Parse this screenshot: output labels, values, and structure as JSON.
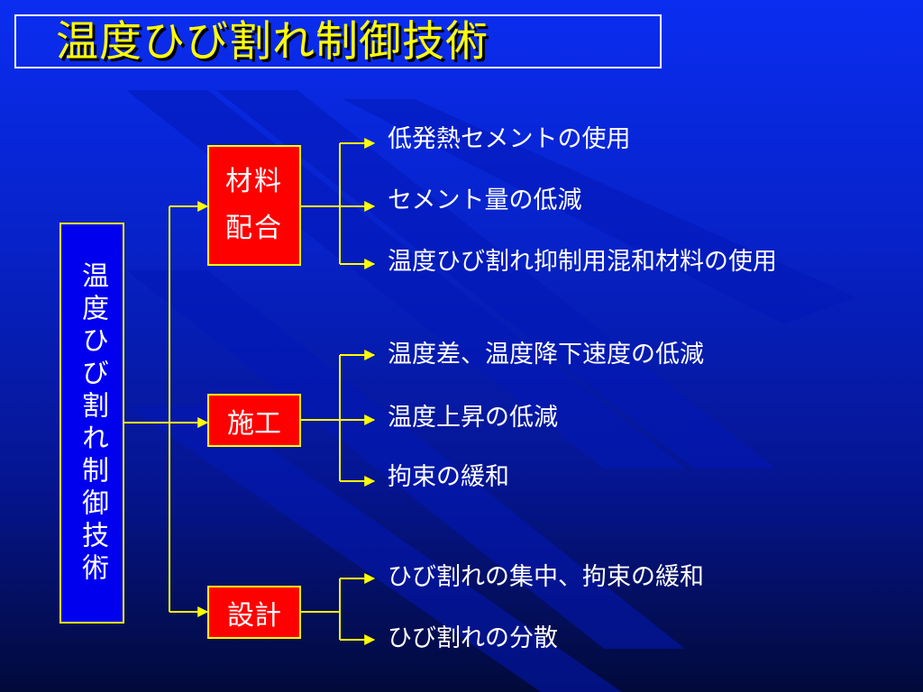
{
  "title": "温度ひび割れ制御技術",
  "root": {
    "label": "温度ひび割れ制御技術"
  },
  "categories": [
    {
      "label": "材料配合",
      "items": [
        "低発熱セメントの使用",
        "セメント量の低減",
        "温度ひび割れ抑制用混和材料の使用"
      ]
    },
    {
      "label": "施工",
      "items": [
        "温度差、温度降下速度の低減",
        "温度上昇の低減",
        "拘束の緩和"
      ]
    },
    {
      "label": "設計",
      "items": [
        "ひび割れの集中、拘束の緩和",
        "ひび割れの分散"
      ]
    }
  ],
  "colors": {
    "title": "#ffff00",
    "connector": "#ffff00",
    "category_fill": "#ff0000",
    "root_fill": "#0000ee"
  }
}
